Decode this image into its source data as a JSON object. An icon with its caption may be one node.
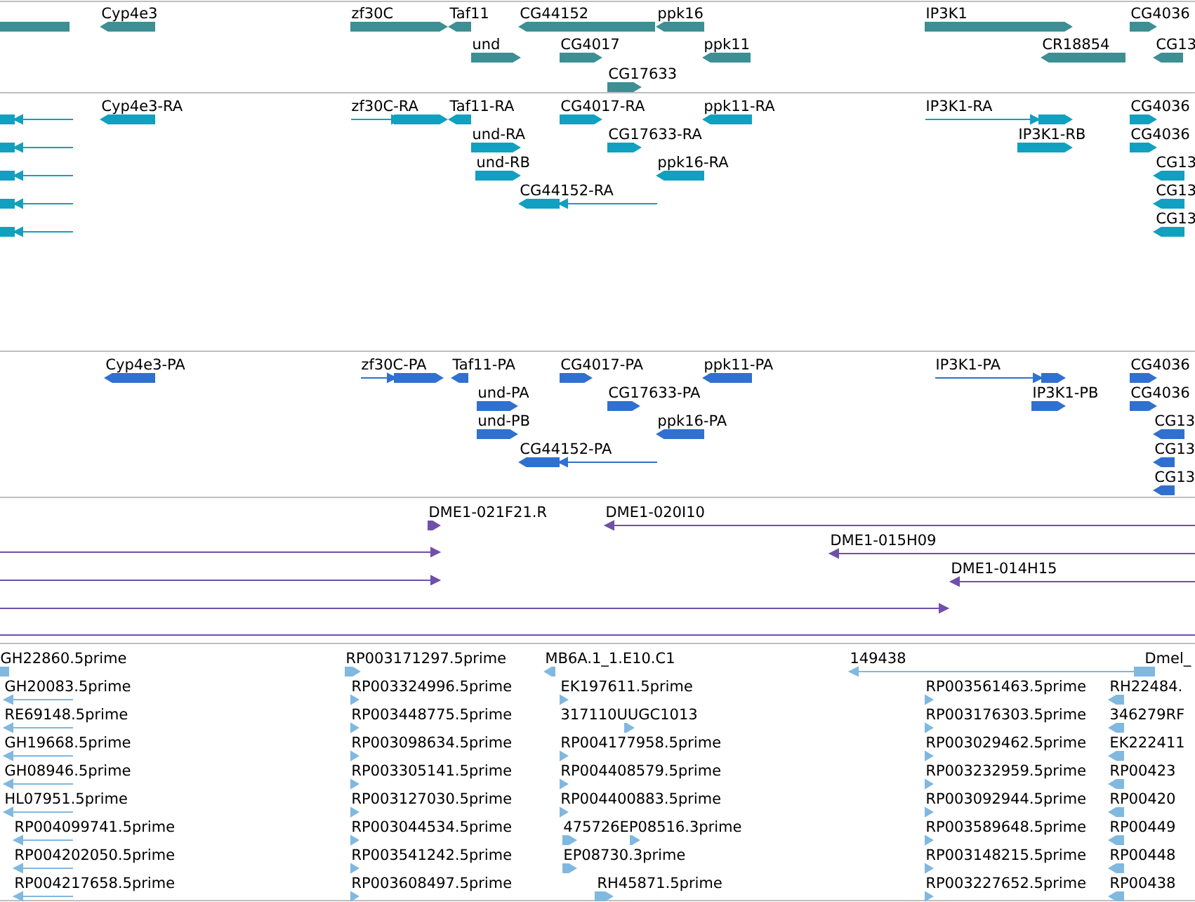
{
  "diagram": {
    "labels": [
      "Cyp4e3",
      "zf30C",
      "Taf11",
      "CG44152",
      "ppk16",
      "IP3K1",
      "CG4036",
      "und",
      "CG4017",
      "ppk11",
      "CR18854",
      "CG13",
      "CG17633",
      "Cyp4e3-RA",
      "zf30C-RA",
      "Taf11-RA",
      "CG4017-RA",
      "ppk11-RA",
      "IP3K1-RA",
      "CG4036",
      "und-RA",
      "CG17633-RA",
      "IP3K1-RB",
      "CG4036",
      "und-RB",
      "ppk16-RA",
      "CG13",
      "CG44152-RA",
      "CG13",
      "CG13",
      "Cyp4e3-PA",
      "zf30C-PA",
      "Taf11-PA",
      "CG4017-PA",
      "ppk11-PA",
      "IP3K1-PA",
      "CG4036",
      "und-PA",
      "CG17633-PA",
      "IP3K1-PB",
      "CG4036",
      "und-PB",
      "ppk16-PA",
      "CG13",
      "CG44152-PA",
      "CG13",
      "CG13",
      "DME1-021F21.R",
      "DME1-020I10",
      "DME1-015H09",
      "DME1-014H15",
      "GH22860.5prime",
      "RP003171297.5prime",
      "MB6A.1_1.E10.C1",
      "149438",
      "Dmel_",
      "GH20083.5prime",
      "RP003324996.5prime",
      "EK197611.5prime",
      "RP003561463.5prime",
      "RH22484.",
      "RE69148.5prime",
      "RP003448775.5prime",
      "317110UUGC1013",
      "RP003176303.5prime",
      "346279RF",
      "GH19668.5prime",
      "RP003098634.5prime",
      "RP004177958.5prime",
      "RP003029462.5prime",
      "EK222411",
      "GH08946.5prime",
      "RP003305141.5prime",
      "RP004408579.5prime",
      "RP003232959.5prime",
      "RP00423",
      "HL07951.5prime",
      "RP003127030.5prime",
      "RP004400883.5prime",
      "RP003092944.5prime",
      "RP00420",
      "RP004099741.5prime",
      "RP003044534.5prime",
      "475726EP08516.3prime",
      "RP003589648.5prime",
      "RP00449",
      "RP004202050.5prime",
      "RP003541242.5prime",
      "EP08730.3prime",
      "RP003148215.5prime",
      "RP00448",
      "RP004217658.5prime",
      "RP003608497.5prime",
      "RH45871.5prime",
      "RP003227652.5prime",
      "RP00438"
    ]
  }
}
